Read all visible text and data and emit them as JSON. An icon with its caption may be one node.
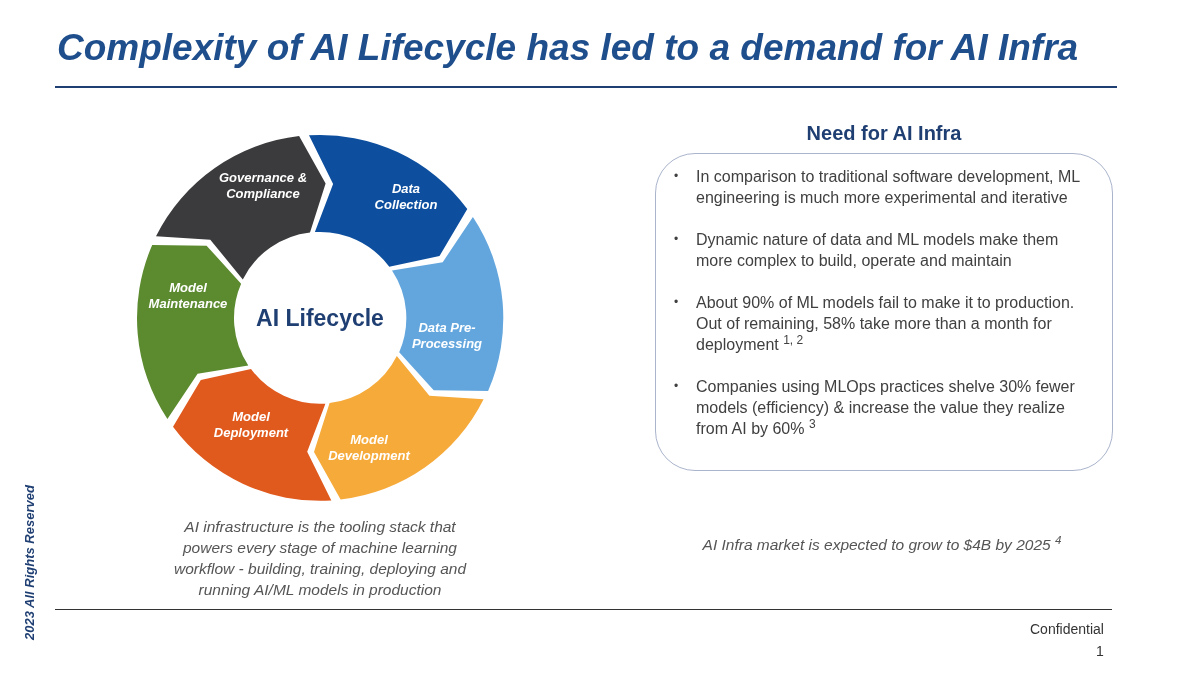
{
  "diagram": {
    "title": "Complexity of AI Lifecycle has led to a demand for AI Infra",
    "nodes": [
      {
        "text": [
          "Governance & Compliance"
        ]
      },
      {
        "text": [
          "Data Collection"
        ]
      },
      {
        "text": [
          "Data Pre-Processing"
        ]
      },
      {
        "text": [
          "Model Development"
        ]
      },
      {
        "text": [
          "Model Deployment"
        ]
      },
      {
        "text": [
          "Model Maintenance"
        ]
      },
      {
        "text": [
          "AI Lifecycle"
        ]
      },
      {
        "text": [
          "Need for AI Infra",
          "•",
          "In comparison to traditional software development, ML engineering is much more experimental and iterative",
          "•",
          "Dynamic nature of data and ML models make them more complex to build, operate and maintain",
          "•",
          "About 90% of ML models fail to make it to production. Out of remaining, 58% take more than a month for deployment $^{1, 2}$",
          "•",
          "Companies using MLOps practices shelve 30% fewer models (efficiency) & increase the value they realize from AI by 60% $^{3}$"
        ]
      }
    ],
    "labels": [
      "AI infrastructure is the tooling stack that powers every stage of machine learning workflow - building, training, deploying and running AI/ML models in production",
      "AI Infra market is expected to grow to $4B by 2025 $^{4}$",
      "2023 All Rights Reserved",
      "Confidential",
      "1"
    ]
  }
}
